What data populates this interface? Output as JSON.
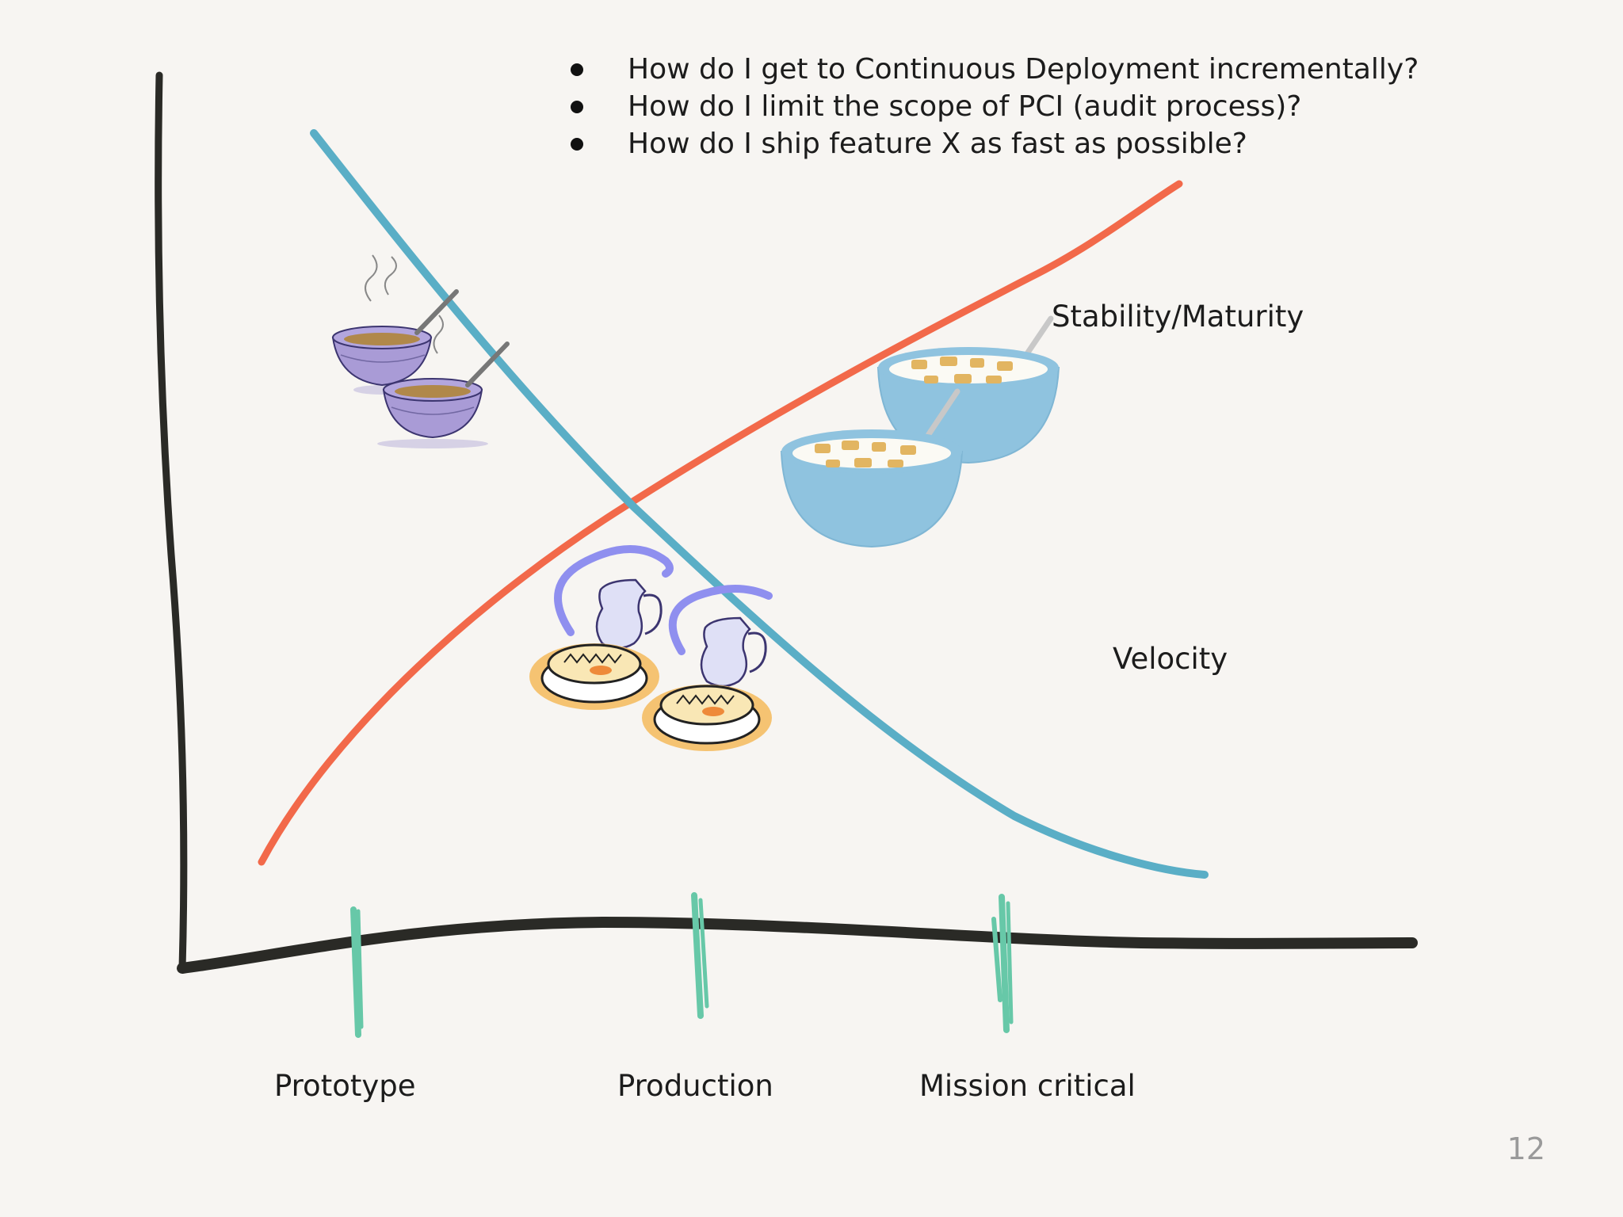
{
  "bullets": [
    "How do I get to Continuous Deployment incrementally?",
    "How do I limit the scope of PCI (audit process)?",
    "How do I ship feature X as fast as possible?"
  ],
  "curves": {
    "stability_label": "Stability/Maturity",
    "velocity_label": "Velocity"
  },
  "stages": [
    "Prototype",
    "Production",
    "Mission critical"
  ],
  "page_number": "12",
  "colors": {
    "background": "#f7f5f2",
    "axis": "#2a2a26",
    "stability_curve": "#f2694a",
    "velocity_curve": "#5aaec6",
    "stage_ticks": "#67c8a8"
  },
  "illustrations": [
    "soup-bowls-icon",
    "breakfast-plates-with-pitchers-icon",
    "cereal-bowls-icon"
  ]
}
